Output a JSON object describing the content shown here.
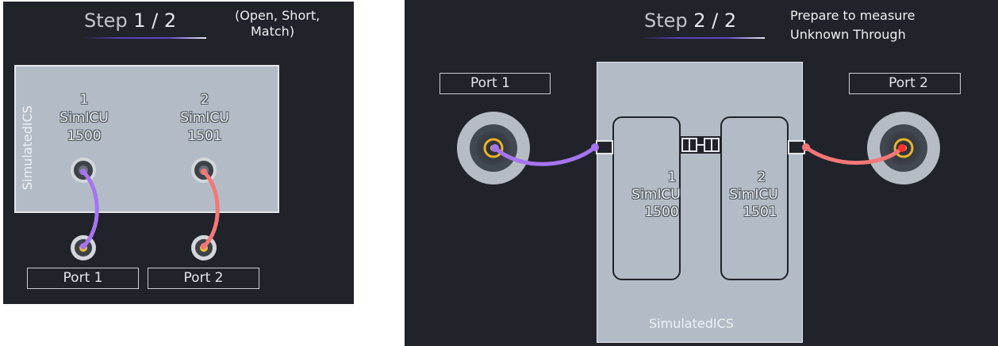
{
  "step1": {
    "prefix": "Step ",
    "number": "1 / 2",
    "note_line1": "(Open, Short,",
    "note_line2": "Match)"
  },
  "step2": {
    "prefix": "Step ",
    "number": "2 / 2",
    "note_line1": "Prepare to measure",
    "note_line2": "Unknown Through"
  },
  "device_name": "SimulatedICS",
  "units": [
    {
      "index": "1",
      "model": "SimICU",
      "serial": "1500"
    },
    {
      "index": "2",
      "model": "SimICU",
      "serial": "1501"
    }
  ],
  "ports": {
    "port1": "Port 1",
    "port2": "Port 2"
  },
  "colors": {
    "cable_port1": "#a774f0",
    "cable_port2": "#f47777",
    "panel_bg": "#20232a",
    "device_bg": "#b3bcc6"
  }
}
